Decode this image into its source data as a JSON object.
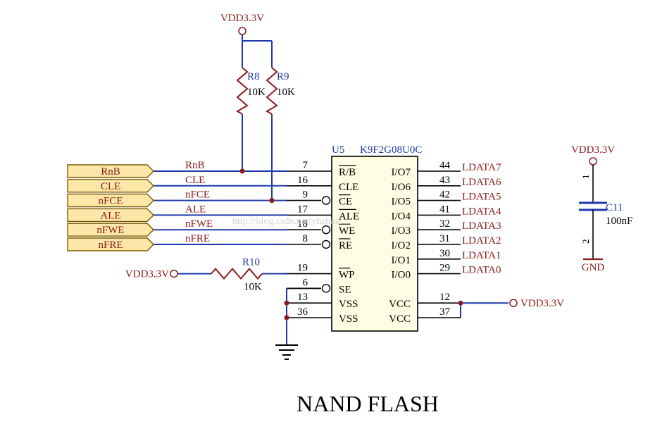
{
  "title": "NAND FLASH",
  "supply": "VDD3.3V",
  "ground": "GND",
  "ports": [
    "RnB",
    "CLE",
    "nFCE",
    "ALE",
    "nFWE",
    "nFRE"
  ],
  "resistors": [
    {
      "ref": "R8",
      "value": "10K"
    },
    {
      "ref": "R9",
      "value": "10K"
    },
    {
      "ref": "R10",
      "value": "10K"
    }
  ],
  "cap": {
    "ref": "C11",
    "value": "100nF",
    "pin1": "1",
    "pin2": "2"
  },
  "ic": {
    "ref": "U5",
    "part": "K9F2G08U0C"
  },
  "left_pins": [
    {
      "net": "RnB",
      "num": "7",
      "name": "R/B"
    },
    {
      "net": "CLE",
      "num": "16",
      "name": "CLE"
    },
    {
      "net": "nFCE",
      "num": "9",
      "name": "CE"
    },
    {
      "net": "ALE",
      "num": "17",
      "name": "ALE"
    },
    {
      "net": "nFWE",
      "num": "18",
      "name": "WE"
    },
    {
      "net": "nFRE",
      "num": "8",
      "name": "RE"
    },
    {
      "net": "",
      "num": "",
      "name": ""
    },
    {
      "net": "",
      "num": "19",
      "name": "WP"
    },
    {
      "net": "",
      "num": "6",
      "name": "SE"
    },
    {
      "net": "",
      "num": "13",
      "name": "VSS"
    },
    {
      "net": "",
      "num": "36",
      "name": "VSS"
    }
  ],
  "right_pins": [
    {
      "name": "I/O7",
      "num": "44",
      "net": "LDATA7"
    },
    {
      "name": "I/O6",
      "num": "43",
      "net": "LDATA6"
    },
    {
      "name": "I/O5",
      "num": "42",
      "net": "LDATA5"
    },
    {
      "name": "I/O4",
      "num": "41",
      "net": "LDATA4"
    },
    {
      "name": "I/O3",
      "num": "32",
      "net": "LDATA3"
    },
    {
      "name": "I/O2",
      "num": "31",
      "net": "LDATA2"
    },
    {
      "name": "I/O1",
      "num": "30",
      "net": "LDATA1"
    },
    {
      "name": "I/O0",
      "num": "29",
      "net": "LDATA0"
    },
    {
      "name": "",
      "num": "",
      "net": ""
    },
    {
      "name": "VCC",
      "num": "12",
      "net": ""
    },
    {
      "name": "VCC",
      "num": "37",
      "net": ""
    }
  ],
  "watermark": "http://blog.csdn.net/yhzhaiz"
}
